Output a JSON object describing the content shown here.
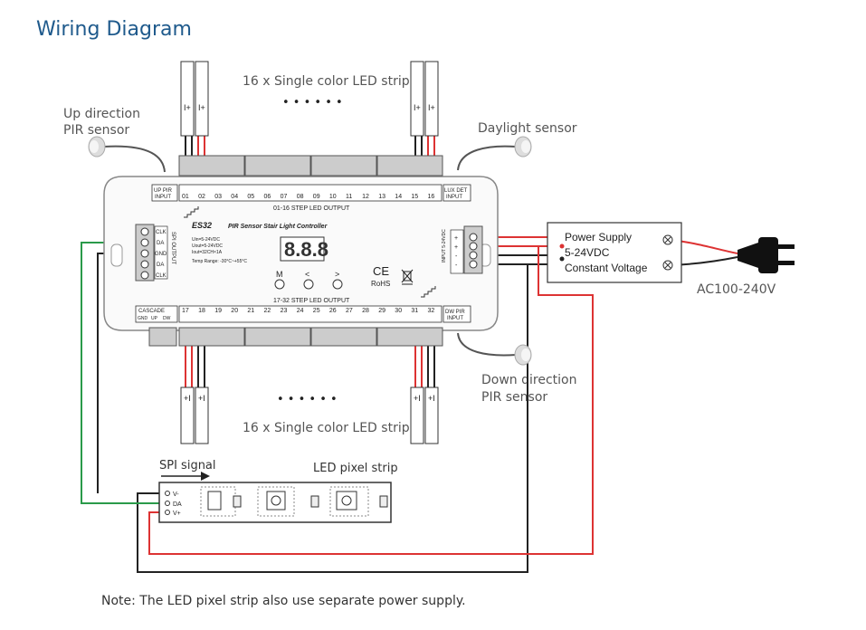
{
  "title": "Wiring Diagram",
  "labels": {
    "strip_top": "16 x Single color LED strip",
    "strip_bottom": "16 x Single color LED strip",
    "dots": "• • • • • •",
    "up_sensor_1": "Up direction",
    "up_sensor_2": "PIR sensor",
    "daylight": "Daylight sensor",
    "down_sensor_1": "Down direction",
    "down_sensor_2": "PIR sensor",
    "spi_signal": "SPI signal",
    "pixel_strip": "LED pixel strip",
    "ac": "AC100-240V",
    "note": "Note: The LED pixel strip also use separate power supply."
  },
  "power_supply": {
    "line1": "Power Supply",
    "line2": "5-24VDC",
    "line3": "Constant Voltage"
  },
  "controller": {
    "model": "ES32",
    "name": "PIR Sensor Stair Light Controller",
    "specs": [
      "Uin=5-24VDC",
      "Uout=5-24VDC",
      "Iout=32CH×1A",
      "Temp Range: -30°C~+55°C"
    ],
    "display": "8.8.8",
    "buttons": [
      "M",
      "<",
      ">"
    ],
    "ce": "CE",
    "rohs": "RoHS",
    "top_output_label": "01-16 STEP LED OUTPUT",
    "bottom_output_label": "17-32 STEP LED OUTPUT",
    "up_pir": [
      "UP PIR",
      "INPUT"
    ],
    "lux_det": [
      "LUX DET",
      "INPUT"
    ],
    "dw_pir": [
      "DW PIR",
      "INPUT"
    ],
    "cascade": "CASCADE",
    "cascade_pins": [
      "GND",
      "UP",
      "DW"
    ],
    "spi_pins": [
      "CLK",
      "DA",
      "GND",
      "DA",
      "CLK"
    ],
    "spi_side": "SPI OUTPUT",
    "input_side": "INPUT 5-24VDC",
    "input_pins": [
      "+",
      "+",
      "-",
      "-"
    ],
    "top_channels": [
      "01",
      "02",
      "03",
      "04",
      "05",
      "06",
      "07",
      "08",
      "09",
      "10",
      "11",
      "12",
      "13",
      "14",
      "15",
      "16"
    ],
    "bottom_channels": [
      "17",
      "18",
      "19",
      "20",
      "21",
      "22",
      "23",
      "24",
      "25",
      "26",
      "27",
      "28",
      "29",
      "30",
      "31",
      "32"
    ]
  },
  "pixel_pins": [
    "V-",
    "DA",
    "V+"
  ]
}
